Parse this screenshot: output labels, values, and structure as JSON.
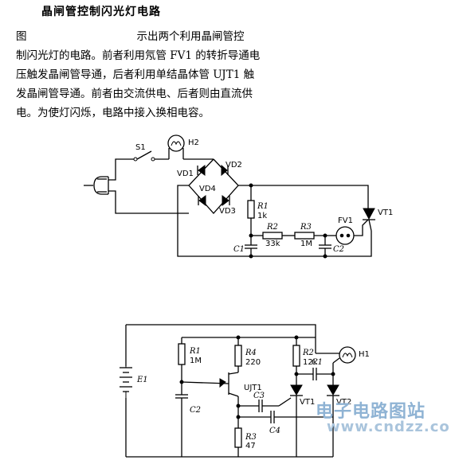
{
  "document": {
    "title": "晶闸管控制闪光灯电路",
    "paragraph": {
      "line1_a": "图",
      "line1_b": "示出两个利用晶闸管控",
      "line2": "制闪光灯的电路。前者利用氖管 FV1 的转折导通电",
      "line3": "压触发晶闸管导通，后者利用单结晶体管 UJT1 触",
      "line4": "发晶闸管导通。前者由交流供电、后者则由直流供",
      "line5": "电。为使灯闪烁，电路中接入换相电容。"
    }
  },
  "circuit1": {
    "labels": {
      "s1": "S1",
      "h2": "H2",
      "vd1": "VD1",
      "vd2": "VD2",
      "vd4": "VD4",
      "vd3": "VD3",
      "r1_name": "R1",
      "r1_val": "1k",
      "r2_name": "R2",
      "r2_val": "33k",
      "r3_name": "R3",
      "r3_val": "1M",
      "fv1": "FV1",
      "vt1": "VT1",
      "c1": "C1",
      "c2": "C2"
    }
  },
  "circuit2": {
    "labels": {
      "e1": "E1",
      "r1_name": "R1",
      "r1_val": "1M",
      "r4_name": "R4",
      "r4_val": "220",
      "r2_name": "R2",
      "r2_val": "12k",
      "c1": "C1",
      "h1": "H1",
      "ujt1": "UJT1",
      "c3": "C3",
      "vt1": "VT1",
      "vt2": "VT2",
      "c2": "C2",
      "c4": "C4",
      "r3_name": "R3",
      "r3_val": "47"
    }
  },
  "watermark": {
    "line1": "电子电路图站",
    "line2": "www.cndzz.com"
  }
}
